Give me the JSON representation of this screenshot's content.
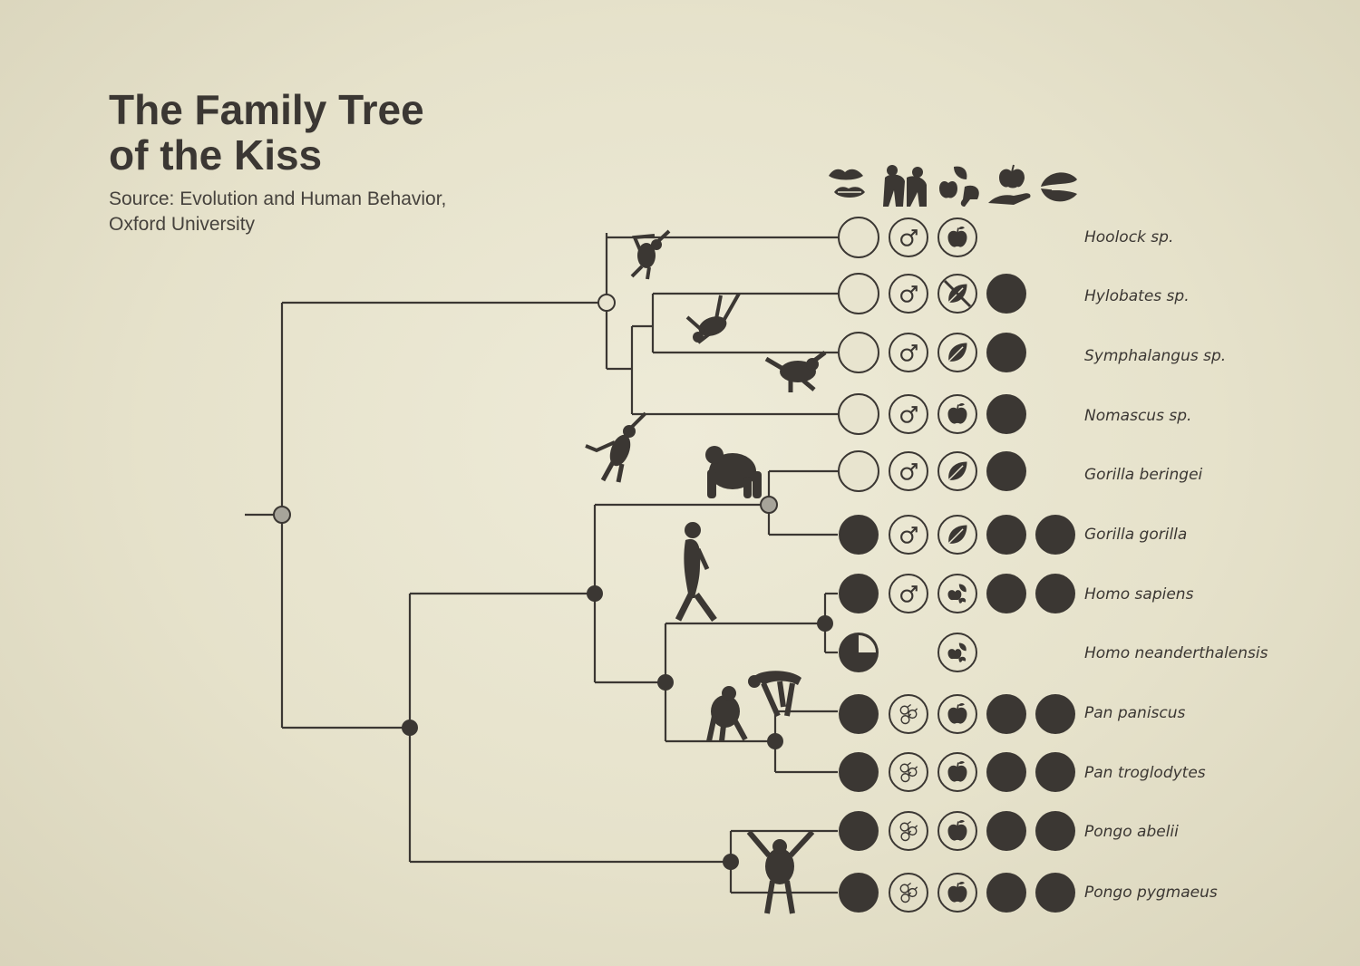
{
  "title": {
    "line1": "The Family Tree",
    "line2": "of the Kiss"
  },
  "source": {
    "line1": "Source: Evolution and Human Behavior,",
    "line2": "Oxford University"
  },
  "colors": {
    "ink": "#3b3733",
    "background": "#e8e4cf",
    "node_grey": "#a7a49a"
  },
  "header_icons": [
    "lips-icon",
    "apes-grooming-icon",
    "fruit-and-meat-icon",
    "hand-offering-apple-icon",
    "open-mouth-icon"
  ],
  "species": [
    {
      "name": "Hoolock sp.",
      "kiss": "empty",
      "social": "male",
      "diet": "apple",
      "share": "none",
      "premastication": "none"
    },
    {
      "name": "Hylobates sp.",
      "kiss": "empty",
      "social": "male",
      "diet": "no-leaf",
      "share": "filled",
      "premastication": "none"
    },
    {
      "name": "Symphalangus sp.",
      "kiss": "empty",
      "social": "male",
      "diet": "leaf",
      "share": "filled",
      "premastication": "none"
    },
    {
      "name": "Nomascus sp.",
      "kiss": "empty",
      "social": "male",
      "diet": "apple",
      "share": "filled",
      "premastication": "none"
    },
    {
      "name": "Gorilla beringei",
      "kiss": "empty",
      "social": "male",
      "diet": "leaf",
      "share": "filled",
      "premastication": "none"
    },
    {
      "name": "Gorilla gorilla",
      "kiss": "filled",
      "social": "male",
      "diet": "leaf",
      "share": "filled",
      "premastication": "filled"
    },
    {
      "name": "Homo sapiens",
      "kiss": "filled",
      "social": "male",
      "diet": "omnivore",
      "share": "filled",
      "premastication": "filled"
    },
    {
      "name": "Homo neanderthalensis",
      "kiss": "partial",
      "social": "none",
      "diet": "omnivore",
      "share": "none",
      "premastication": "none"
    },
    {
      "name": "Pan paniscus",
      "kiss": "filled",
      "social": "multi-male",
      "diet": "apple",
      "share": "filled",
      "premastication": "filled"
    },
    {
      "name": "Pan troglodytes",
      "kiss": "filled",
      "social": "multi-male",
      "diet": "apple",
      "share": "filled",
      "premastication": "filled"
    },
    {
      "name": "Pongo abelii",
      "kiss": "filled",
      "social": "multi-male",
      "diet": "apple",
      "share": "filled",
      "premastication": "filled"
    },
    {
      "name": "Pongo pygmaeus",
      "kiss": "filled",
      "social": "multi-male",
      "diet": "apple",
      "share": "filled",
      "premastication": "filled"
    }
  ]
}
